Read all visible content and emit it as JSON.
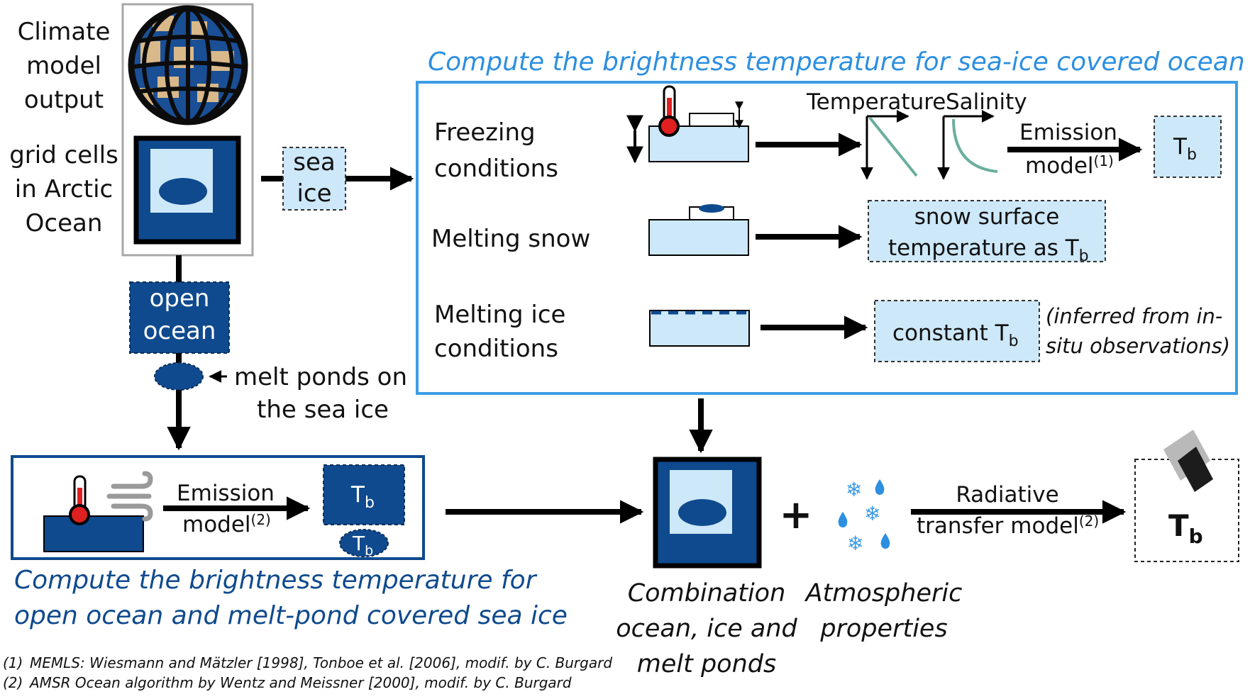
{
  "source": {
    "title_lines": [
      "Climate",
      "model",
      "output"
    ],
    "grid_lines": [
      "grid cells",
      "in Arctic",
      "Ocean"
    ]
  },
  "branches": {
    "sea_ice_lines": [
      "sea",
      "ice"
    ],
    "open_ocean_lines": [
      "open",
      "ocean"
    ],
    "melt_ponds_lines": [
      "melt ponds on",
      "the sea ice"
    ]
  },
  "sea_ice_panel": {
    "title": "Compute the brightness temperature for sea-ice covered ocean",
    "freezing_lines": [
      "Freezing",
      "conditions"
    ],
    "temperature_label": "Temperature",
    "salinity_label": "Salinity",
    "emission_model": "Emission",
    "emission_model_2": "model",
    "emission_ref": "(1)",
    "tb": "T",
    "tb_sub": "b",
    "melting_snow": "Melting snow",
    "snow_surface_lines": [
      "snow surface",
      "temperature as T"
    ],
    "melting_ice_lines": [
      "Melting ice",
      "conditions"
    ],
    "constant_tb": "constant T",
    "inferred_lines": [
      "(inferred from in-",
      "situ observations)"
    ]
  },
  "open_ocean_panel": {
    "emission_model": "Emission",
    "emission_model_2": "model",
    "emission_ref": "(2)",
    "title_lines": [
      "Compute the brightness temperature for",
      "open ocean and melt-pond covered sea ice"
    ]
  },
  "combination": {
    "plus": "+",
    "combination_lines": [
      "Combination",
      "ocean, ice and",
      "melt ponds"
    ],
    "atmos_lines": [
      "Atmospheric",
      "properties"
    ],
    "radiative_lines": [
      "Radiative",
      "transfer model"
    ],
    "radiative_ref": "(2)"
  },
  "footnotes": {
    "fn1_num": "(1)",
    "fn1_text": "MEMLS: Wiesmann and Mätzler [1998], Tonboe et al. [2006], modif. by C. Burgard",
    "fn2_num": "(2)",
    "fn2_text": "AMSR Ocean algorithm by Wentz and Meissner [2000], modif. by C. Burgard"
  },
  "colors": {
    "navy": "#0f4a8e",
    "light_blue": "#cde8f8",
    "cyan_title": "#2c8fe0",
    "panel_border": "#3d9de6",
    "teal_curve": "#6aaea0"
  }
}
